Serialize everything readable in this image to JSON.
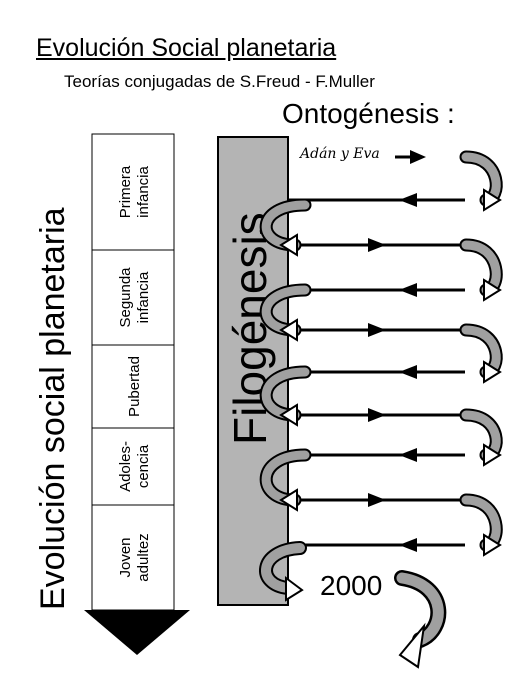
{
  "title": "Evolución Social planetaria",
  "subtitle": "Teorías conjugadas de S.Freud - F.Muller",
  "ontogenesis_label": "Ontogénesis :",
  "origin_label": "Adán y Eva",
  "phylogenesis_label": "Filogénesis",
  "axis_label": "Evolución social planetaria",
  "end_label": "2000",
  "stages": [
    {
      "lines": [
        "Primera",
        "infancia"
      ]
    },
    {
      "lines": [
        "Segunda",
        "infancia"
      ]
    },
    {
      "lines": [
        "Pubertad"
      ]
    },
    {
      "lines": [
        "Adoles-",
        "cencia"
      ]
    },
    {
      "lines": [
        "Joven",
        "adultez"
      ]
    }
  ],
  "row_directions": [
    "right",
    "left",
    "right",
    "left",
    "right",
    "left",
    "right",
    "left",
    "right",
    "left"
  ],
  "colors": {
    "bar_fill": "#b4b4b4",
    "curve_fill": "#a0a0a0",
    "ink": "#000000"
  }
}
